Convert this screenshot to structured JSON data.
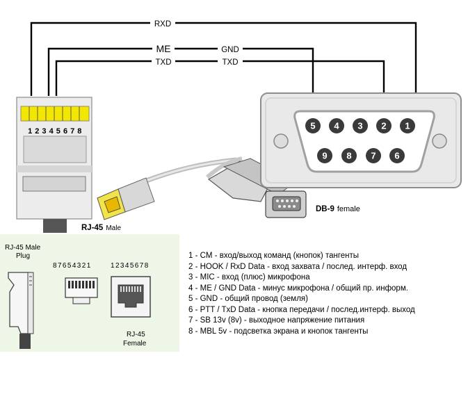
{
  "signals": {
    "rxd": "RXD",
    "me": "ME",
    "gnd": "GND",
    "txd_left": "TXD",
    "txd_right": "TXD"
  },
  "rj45_pin_numbers": "1 2 3 4 5 6 7 8",
  "rj45_male_caption": {
    "bold": "RJ-45",
    "rest": "Male"
  },
  "db9": {
    "caption_bold": "DB-9",
    "caption_rest": "female",
    "top_row_pins": [
      "5",
      "4",
      "3",
      "2",
      "1"
    ],
    "bottom_row_pins": [
      "9",
      "8",
      "7",
      "6"
    ]
  },
  "plug_label": {
    "line1": "RJ-45 Male",
    "line2": "Plug"
  },
  "male_front_numbers": "87654321",
  "female_front_numbers": "12345678",
  "female_label": {
    "line1": "RJ-45",
    "line2": "Female"
  },
  "pinout": [
    "1 - CM  - вход/выход команд (кнопок) тангенты",
    "2 - HOOK / RxD Data - вход захвата / послед. интерф. вход",
    "3 - MIC   - вход (плюс) микрофона",
    "4 - ME / GND Data - минус микрофона / общий пр. информ.",
    "5 - GND  - общий провод (земля)",
    "6 - PTT / TxD Data - кнопка передачи / послед.интерф. выход",
    "7 - SB 13v (8v) - выходное напряжение питания",
    "8 - MBL 5v - подсветка экрана и кнопок тангенты"
  ],
  "colors": {
    "pin_yellow": "#f3e600",
    "db9_face": "#e9e9e9",
    "pin_dark": "#3a3a3a",
    "wire": "#000000"
  }
}
